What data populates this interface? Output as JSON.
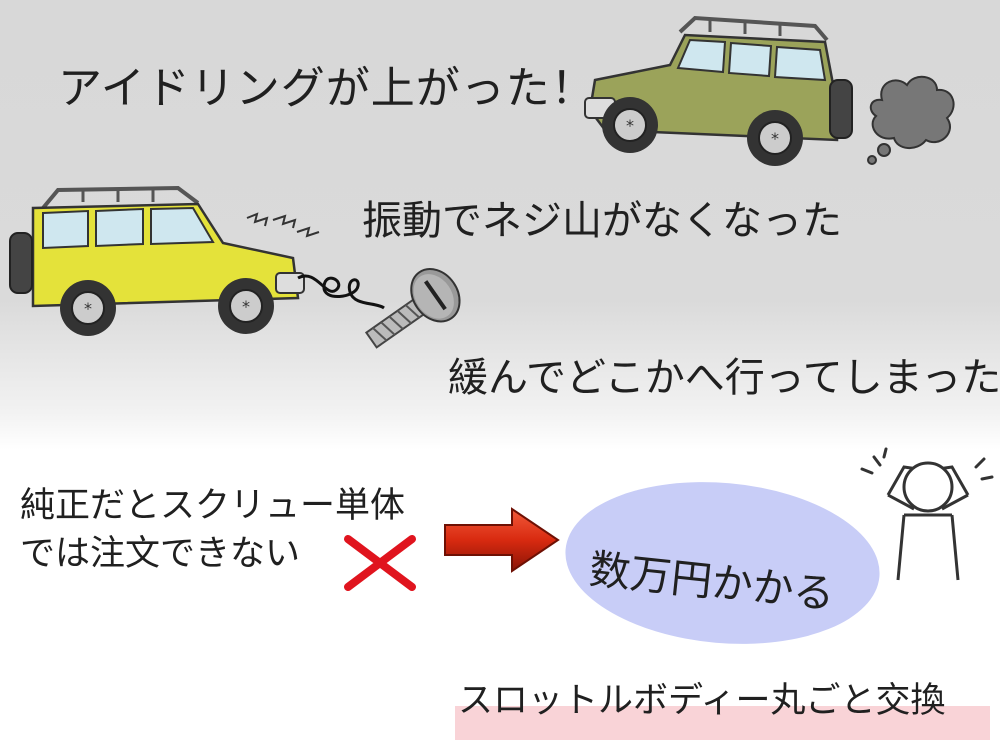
{
  "texts": {
    "idle": "アイドリングが上がった！",
    "vibration": "振動でネジ山がなくなった",
    "loosened": "緩んでどこかへ行ってしまった",
    "oem_line1": "純正だとスクリュー単体",
    "oem_line2": "では注文できない",
    "cost": "数万円かかる",
    "assembly": "スロットルボディー丸ごと交換"
  },
  "icons": {
    "green_car": "green-suv-icon",
    "yellow_car": "yellow-suv-icon",
    "smoke": "smoke-cloud-icon",
    "vibration": "vibration-lines-icon",
    "screw": "screw-icon",
    "cross": "red-cross-icon",
    "arrow": "red-arrow-icon",
    "person": "distressed-person-icon"
  },
  "colors": {
    "green_car": "#9ba35a",
    "yellow_car": "#e4e23a",
    "cross": "#e0141e",
    "arrow": "#d82a10",
    "ellipse": "#c8cdf7",
    "highlight": "#f9d3d7"
  }
}
